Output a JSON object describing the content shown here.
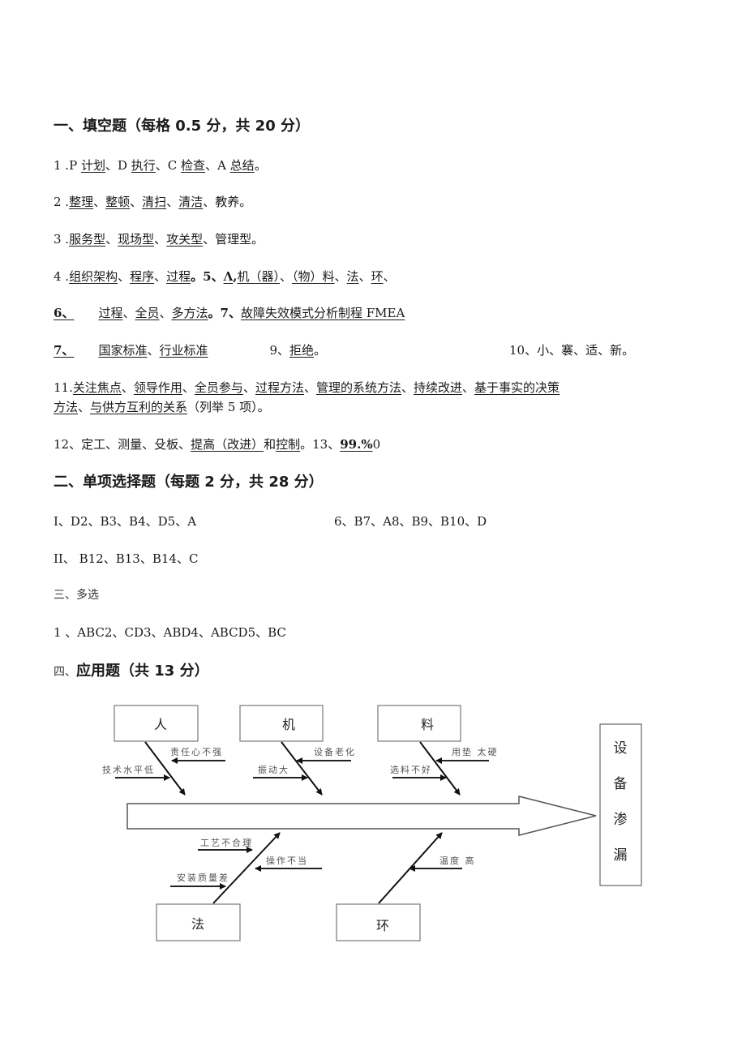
{
  "section1": {
    "title": "一、填空题（每格 0.5 分，共 20 分）",
    "q1": {
      "num": "1 .",
      "parts": [
        "P ",
        "计划",
        "、D ",
        "执行",
        "、C ",
        "检查",
        "、A ",
        "总结",
        "。"
      ]
    },
    "q2": {
      "num": "2 .",
      "parts": [
        "整理",
        "、",
        "整顿",
        "、",
        "清扫",
        "、",
        "清洁",
        "、教养。"
      ]
    },
    "q3": {
      "num": "3 .",
      "parts": [
        "服务型",
        "、",
        "现场型",
        "、",
        "攻关型",
        "、管理型。"
      ]
    },
    "q4": {
      "num": "4 .",
      "parts": [
        "组织架构",
        "、",
        "程序",
        "、",
        "过程",
        "。5、",
        "Λ",
        ",",
        "机（器）",
        "、",
        "（物）料",
        "、",
        "法",
        "、",
        "环",
        "、"
      ]
    },
    "q6": {
      "num": "6、",
      "parts": [
        "过程",
        "、",
        "全员",
        "、",
        "多方法",
        "。7、",
        "故障失效模式分析制程 FMEA"
      ]
    },
    "q7": {
      "num": "7、",
      "parts": [
        "国家标准",
        "、",
        "行业标准",
        "9、",
        "拒绝",
        "。"
      ],
      "q10": "10、小、褰、适、新。"
    },
    "q11": {
      "num": "11.",
      "line1": [
        "关注焦点",
        "、",
        "领导作用",
        "、",
        "全员参与",
        "、",
        "过程方法",
        "、",
        "管理的系统方法",
        "、",
        "持续改进",
        "、",
        "基于事实的决策"
      ],
      "line2": [
        "方法",
        "、",
        "与供方互利的关系",
        "（列举 5 项）。"
      ]
    },
    "q12": {
      "parts": [
        "12、定工、测量、殳板、",
        "提高（改进）",
        "和",
        "控制",
        "。13、",
        "99.%",
        "0"
      ]
    }
  },
  "section2": {
    "title": "二、单项选择题（每题 2 分，共 28 分）",
    "row1_left": "I、D2、B3、B4、D5、A",
    "row1_right": "6、B7、A8、B9、B10、D",
    "row2": "II、 B12、B13、B14、C"
  },
  "section3": {
    "title": "三、多选",
    "answers": "1  、ABC2、CD3、ABD4、ABCD5、BC"
  },
  "section4": {
    "prefix": "四、",
    "title": "应用题（共 13 分）"
  },
  "fishbone": {
    "effect": [
      "设",
      "备",
      "渗",
      "漏"
    ],
    "categories": {
      "people": {
        "label": "人",
        "causes": [
          "责任心不强",
          "技术水平低"
        ]
      },
      "machine": {
        "label": "机",
        "causes": [
          "设备老化",
          "振动大"
        ]
      },
      "material": {
        "label": "料",
        "causes": [
          "用垫 太硬",
          "选料不好"
        ]
      },
      "method": {
        "label": "法",
        "causes": [
          "工艺不合理",
          "操作不当",
          "安装质量差"
        ]
      },
      "environment": {
        "label": "环",
        "causes": [
          "温度 高"
        ]
      }
    }
  }
}
